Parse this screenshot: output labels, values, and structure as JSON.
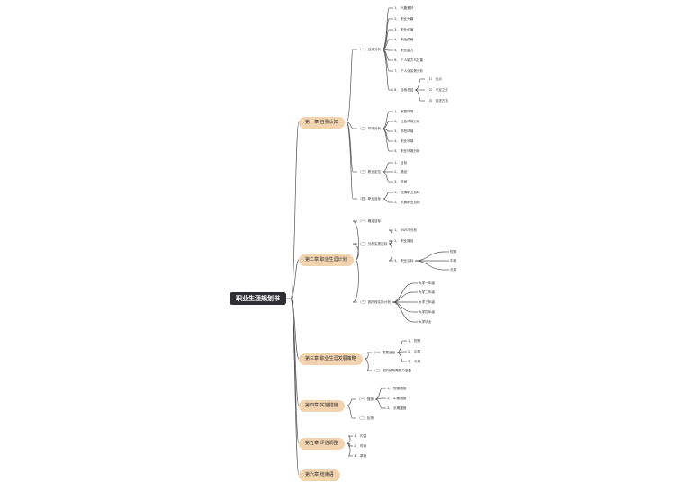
{
  "root": {
    "label": "职业生涯规划书"
  },
  "chapters": [
    {
      "label": "第一章 自我认知",
      "children": [
        {
          "label": "（一）自我分析",
          "children": [
            {
              "label": "1、 兴趣爱好"
            },
            {
              "label": "2、 职业兴趣"
            },
            {
              "label": "3、 职业价值"
            },
            {
              "label": "4、 职业性格"
            },
            {
              "label": "5、 职业能力"
            },
            {
              "label": "6、 个人能力与技能"
            },
            {
              "label": "7、 个人优劣势分析"
            },
            {
              "label": "8、 自我总结",
              "children": [
                {
                  "label": "（1） 优点"
                },
                {
                  "label": "（2） 不足之处"
                },
                {
                  "label": "（3） 改进方法"
                }
              ]
            }
          ]
        },
        {
          "label": "（二）环境分析",
          "children": [
            {
              "label": "1、 家庭环境"
            },
            {
              "label": "2、 社会环境分析"
            },
            {
              "label": "3、 学校环境"
            },
            {
              "label": "4、 职业环境"
            },
            {
              "label": "5、 职业环境分析"
            }
          ]
        },
        {
          "label": "（三）职业定位",
          "children": [
            {
              "label": "1、 目标"
            },
            {
              "label": "2、 路径"
            },
            {
              "label": "3、 时间"
            }
          ]
        },
        {
          "label": "（四）职业目标",
          "children": [
            {
              "label": "1、 短期职业目标"
            },
            {
              "label": "2、 长期职业目标"
            }
          ]
        }
      ]
    },
    {
      "label": "第二章 职业生涯计划",
      "children": [
        {
          "label": "（一）确定目标"
        },
        {
          "label": "（二）分析实现目标",
          "children": [
            {
              "label": "1、 SWOT分析"
            },
            {
              "label": "2、 职业路径"
            },
            {
              "label": "3、 职业目标",
              "children": [
                {
                  "label": "短期"
                },
                {
                  "label": "中期"
                },
                {
                  "label": "长期"
                }
              ]
            }
          ]
        },
        {
          "label": "（三）各阶段实施计划",
          "children": [
            {
              "label": "大学一年级"
            },
            {
              "label": "大学二年级"
            },
            {
              "label": "大学三年级"
            },
            {
              "label": "大学四年级"
            },
            {
              "label": "大学毕业"
            }
          ]
        }
      ]
    },
    {
      "label": "第三章 职业生涯发展策略",
      "children": [
        {
          "label": "（一）发展途径",
          "children": [
            {
              "label": "1、 短期"
            },
            {
              "label": "2、 中期"
            },
            {
              "label": "3、 长期"
            }
          ]
        },
        {
          "label": "（二）各阶段所需能力准备"
        }
      ]
    },
    {
      "label": "第四章 实施措施",
      "children": [
        {
          "label": "（一）措施",
          "children": [
            {
              "label": "1、 短期措施"
            },
            {
              "label": "2、 中期措施"
            },
            {
              "label": "3、 长期措施"
            }
          ]
        },
        {
          "label": "（二）反馈"
        }
      ]
    },
    {
      "label": "第五章 评估调整",
      "children": [
        {
          "label": "1、 内容"
        },
        {
          "label": "2、 时间"
        },
        {
          "label": "3、 原则"
        }
      ]
    },
    {
      "label": "第六章 结束语"
    }
  ]
}
